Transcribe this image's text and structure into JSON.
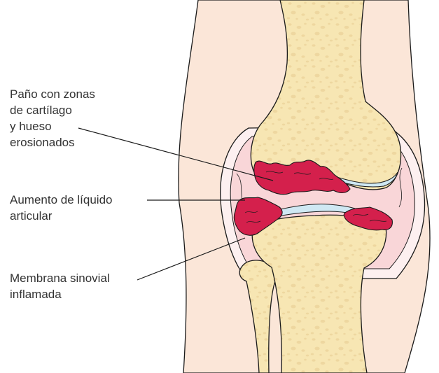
{
  "labels": {
    "pano": {
      "lines": [
        "Paño con zonas",
        "de cartílago",
        "y hueso",
        "erosionados"
      ]
    },
    "liquido": {
      "lines": [
        "Aumento de líquido",
        "articular"
      ]
    },
    "membrana": {
      "lines": [
        "Membrana sinovial",
        "inflamada"
      ]
    }
  },
  "colors": {
    "skin": "#fbe6d8",
    "bone": "#f7e6b3",
    "bone_spots": "#eed7a0",
    "erosion": "#d4204c",
    "cartilage": "#cfe8f3",
    "synovial_fluid": "#f9d6d8",
    "outline": "#1a1a1a",
    "text": "#333333"
  }
}
